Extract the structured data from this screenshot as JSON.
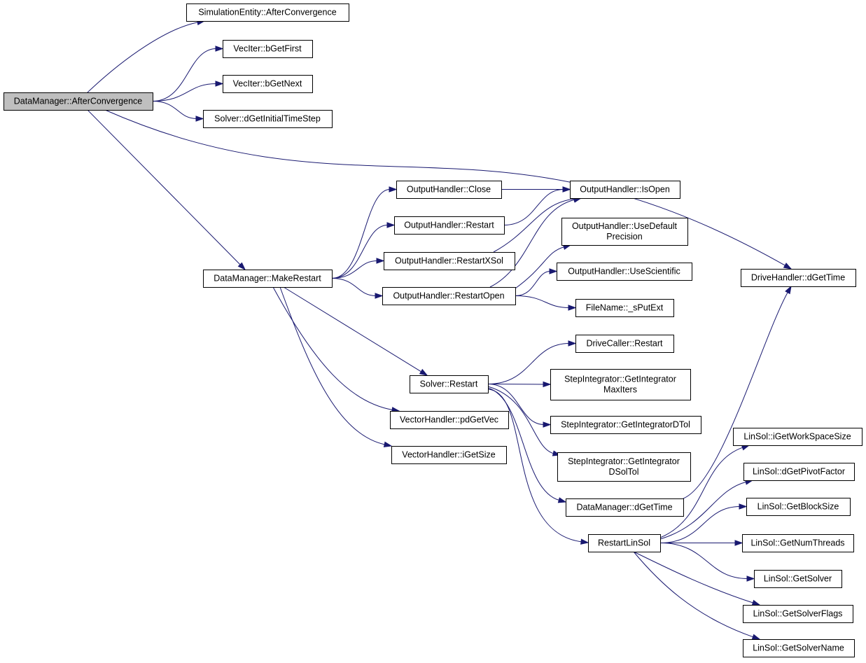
{
  "graph": {
    "colors": {
      "edge": "#191970",
      "root_fill": "#bfbfbf",
      "node_fill": "#ffffff",
      "border": "#000000"
    },
    "nodes": [
      {
        "id": "dm_after",
        "lines": [
          "DataManager::AfterConvergence"
        ],
        "root": true
      },
      {
        "id": "sim_after",
        "lines": [
          "SimulationEntity::AfterConvergence"
        ]
      },
      {
        "id": "veciter_first",
        "lines": [
          "VecIter::bGetFirst"
        ]
      },
      {
        "id": "veciter_next",
        "lines": [
          "VecIter::bGetNext"
        ]
      },
      {
        "id": "solver_dgit",
        "lines": [
          "Solver::dGetInitialTimeStep"
        ]
      },
      {
        "id": "drive_dgettime",
        "lines": [
          "DriveHandler::dGetTime"
        ]
      },
      {
        "id": "dm_makerestart",
        "lines": [
          "DataManager::MakeRestart"
        ]
      },
      {
        "id": "oh_close",
        "lines": [
          "OutputHandler::Close"
        ]
      },
      {
        "id": "oh_isopen",
        "lines": [
          "OutputHandler::IsOpen"
        ]
      },
      {
        "id": "oh_restart",
        "lines": [
          "OutputHandler::Restart"
        ]
      },
      {
        "id": "oh_usedefprec",
        "lines": [
          "OutputHandler::UseDefault",
          "Precision"
        ]
      },
      {
        "id": "oh_restartxsol",
        "lines": [
          "OutputHandler::RestartXSol"
        ]
      },
      {
        "id": "oh_usesci",
        "lines": [
          "OutputHandler::UseScientific"
        ]
      },
      {
        "id": "oh_restartopen",
        "lines": [
          "OutputHandler::RestartOpen"
        ]
      },
      {
        "id": "fn_sputext",
        "lines": [
          "FileName::_sPutExt"
        ]
      },
      {
        "id": "dc_restart",
        "lines": [
          "DriveCaller::Restart"
        ]
      },
      {
        "id": "solver_restart",
        "lines": [
          "Solver::Restart"
        ]
      },
      {
        "id": "si_maxiters",
        "lines": [
          "StepIntegrator::GetIntegrator",
          "MaxIters"
        ]
      },
      {
        "id": "vh_pdgetvec",
        "lines": [
          "VectorHandler::pdGetVec"
        ]
      },
      {
        "id": "si_dtol",
        "lines": [
          "StepIntegrator::GetIntegratorDTol"
        ]
      },
      {
        "id": "linsol_wss",
        "lines": [
          "LinSol::iGetWorkSpaceSize"
        ]
      },
      {
        "id": "vh_igetsize",
        "lines": [
          "VectorHandler::iGetSize"
        ]
      },
      {
        "id": "si_dsoltol",
        "lines": [
          "StepIntegrator::GetIntegrator",
          "DSolTol"
        ]
      },
      {
        "id": "linsol_pivot",
        "lines": [
          "LinSol::dGetPivotFactor"
        ]
      },
      {
        "id": "dm_dgettime",
        "lines": [
          "DataManager::dGetTime"
        ]
      },
      {
        "id": "linsol_block",
        "lines": [
          "LinSol::GetBlockSize"
        ]
      },
      {
        "id": "restartlinsol",
        "lines": [
          "RestartLinSol"
        ]
      },
      {
        "id": "linsol_threads",
        "lines": [
          "LinSol::GetNumThreads"
        ]
      },
      {
        "id": "linsol_solver",
        "lines": [
          "LinSol::GetSolver"
        ]
      },
      {
        "id": "linsol_flags",
        "lines": [
          "LinSol::GetSolverFlags"
        ]
      },
      {
        "id": "linsol_name",
        "lines": [
          "LinSol::GetSolverName"
        ]
      }
    ],
    "edges": [
      [
        "dm_after",
        "sim_after"
      ],
      [
        "dm_after",
        "veciter_first"
      ],
      [
        "dm_after",
        "veciter_next"
      ],
      [
        "dm_after",
        "solver_dgit"
      ],
      [
        "dm_after",
        "drive_dgettime"
      ],
      [
        "dm_after",
        "dm_makerestart"
      ],
      [
        "dm_makerestart",
        "oh_close"
      ],
      [
        "dm_makerestart",
        "oh_restart"
      ],
      [
        "dm_makerestart",
        "oh_restartxsol"
      ],
      [
        "dm_makerestart",
        "oh_restartopen"
      ],
      [
        "dm_makerestart",
        "solver_restart"
      ],
      [
        "dm_makerestart",
        "vh_pdgetvec"
      ],
      [
        "dm_makerestart",
        "vh_igetsize"
      ],
      [
        "oh_close",
        "oh_isopen"
      ],
      [
        "oh_restart",
        "oh_isopen"
      ],
      [
        "oh_restartxsol",
        "oh_isopen"
      ],
      [
        "oh_restartopen",
        "oh_isopen"
      ],
      [
        "oh_restartopen",
        "oh_usedefprec"
      ],
      [
        "oh_restartopen",
        "oh_usesci"
      ],
      [
        "oh_restartopen",
        "fn_sputext"
      ],
      [
        "solver_restart",
        "dc_restart"
      ],
      [
        "solver_restart",
        "si_maxiters"
      ],
      [
        "solver_restart",
        "si_dtol"
      ],
      [
        "solver_restart",
        "si_dsoltol"
      ],
      [
        "solver_restart",
        "dm_dgettime"
      ],
      [
        "solver_restart",
        "restartlinsol"
      ],
      [
        "dm_dgettime",
        "drive_dgettime"
      ],
      [
        "restartlinsol",
        "linsol_wss"
      ],
      [
        "restartlinsol",
        "linsol_pivot"
      ],
      [
        "restartlinsol",
        "linsol_block"
      ],
      [
        "restartlinsol",
        "linsol_threads"
      ],
      [
        "restartlinsol",
        "linsol_solver"
      ],
      [
        "restartlinsol",
        "linsol_flags"
      ],
      [
        "restartlinsol",
        "linsol_name"
      ]
    ]
  }
}
